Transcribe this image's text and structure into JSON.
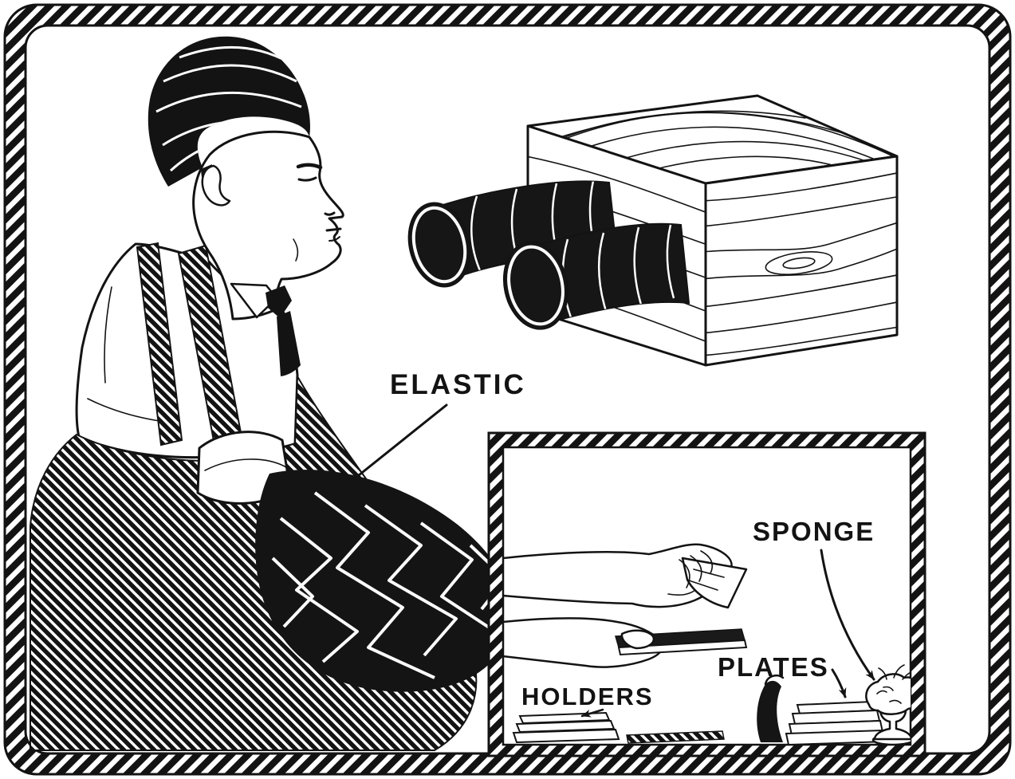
{
  "illustration": {
    "labels": {
      "elastic": "ELASTIC",
      "sponge": "SPONGE",
      "plates": "PLATES",
      "holders": "HOLDERS"
    },
    "colors": {
      "ink": "#131313",
      "paper": "#ffffff"
    }
  }
}
